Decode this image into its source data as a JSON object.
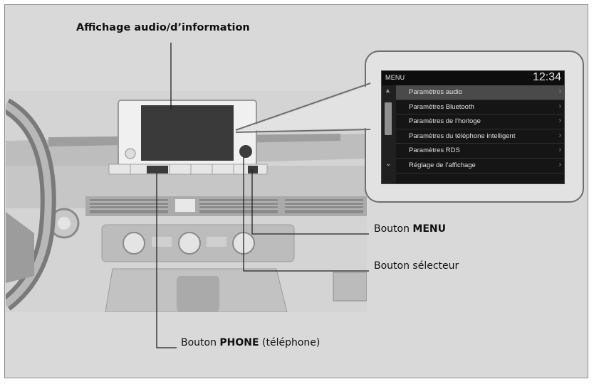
{
  "captions": {
    "display": "Affichage audio/d’information",
    "menu_prefix": "Bouton ",
    "menu_bold": "MENU",
    "selector": "Bouton sélecteur",
    "phone_prefix": "Bouton ",
    "phone_bold": "PHONE",
    "phone_suffix": " (téléphone)"
  },
  "screen": {
    "title": "MENU",
    "clock": "12:34",
    "up_icon": "▲",
    "down_icon": "⌄",
    "items": [
      {
        "label": "Paramètres audio",
        "chevron": "›"
      },
      {
        "label": "Paramètres Bluetooth",
        "chevron": "›"
      },
      {
        "label": "Paramètres de l’horloge",
        "chevron": "›"
      },
      {
        "label": "Paramètres du téléphone intelligent",
        "chevron": "›"
      },
      {
        "label": "Paramètres RDS",
        "chevron": "›"
      },
      {
        "label": "Réglage de l’affichage",
        "chevron": "›"
      }
    ]
  },
  "colors": {
    "background": "#d9d9d9",
    "screen": "#151515",
    "leader_line": "#222222"
  }
}
